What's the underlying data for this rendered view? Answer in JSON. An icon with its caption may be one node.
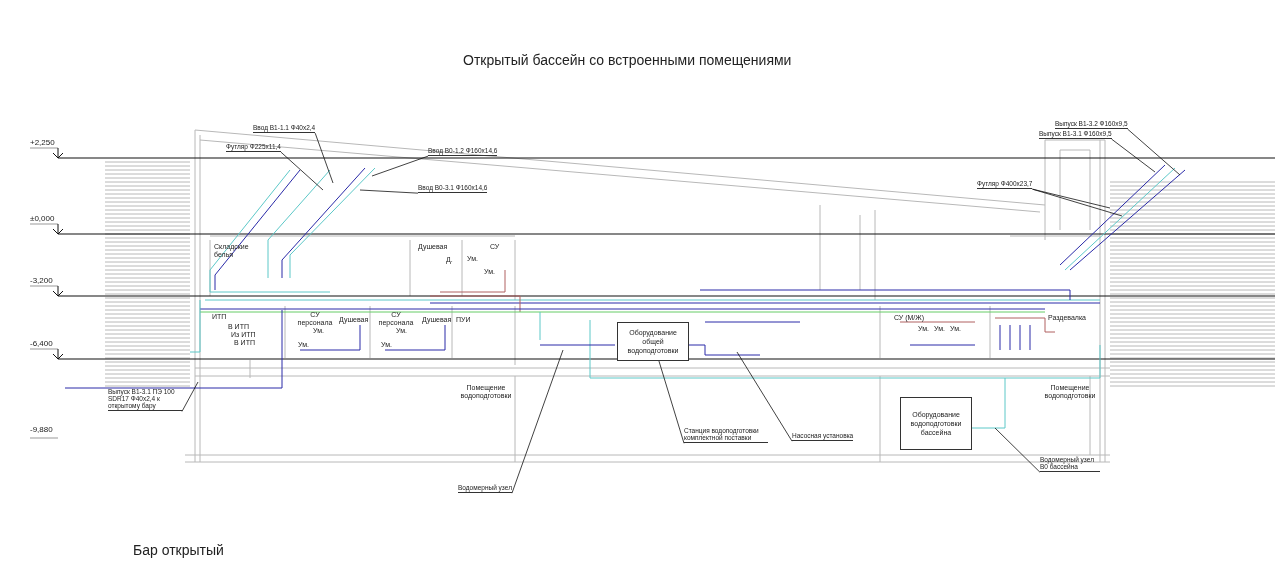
{
  "diagram": {
    "title": "Открытый бассейн со встроенными помещениями",
    "nodes": [
      {
        "text": [
          "Ввод В1-1.1 Ф40х2,4"
        ]
      },
      {
        "text": [
          "Футляр Ф225х11,4"
        ]
      },
      {
        "text": [
          "Ввод В0-1.2 Ф160х14,6"
        ]
      },
      {
        "text": [
          "Ввод В0-3.1 Ф160х14,6"
        ]
      },
      {
        "text": [
          "Выпуск В1-3.2 Ф160х9,5"
        ]
      },
      {
        "text": [
          "Выпуск В1-3.1 Ф160х9,5"
        ]
      },
      {
        "text": [
          "Футляр Ф400х23,7"
        ]
      },
      {
        "text": [
          "Оборудование общей водоподготовки"
        ]
      },
      {
        "text": [
          "Выпуск В1-3.1 ПЭ 100 SDR17 Ф40х2,4 к открытому бару"
        ]
      },
      {
        "text": [
          "Оборудование водоподготовки бассейна"
        ]
      },
      {
        "text": [
          "Станция водоподготовки комплектной поставки"
        ]
      },
      {
        "text": [
          "Насосная установка"
        ]
      },
      {
        "text": [
          "Водомерный узел"
        ]
      },
      {
        "text": [
          "Водомерный узел В0 бассейна"
        ]
      }
    ],
    "edges": [
      {
        "from": 0,
        "to": null,
        "arrow": "none"
      },
      {
        "from": 1,
        "to": null,
        "arrow": "none"
      },
      {
        "from": 2,
        "to": null,
        "arrow": "none"
      },
      {
        "from": 3,
        "to": null,
        "arrow": "none"
      },
      {
        "from": 4,
        "to": null,
        "arrow": "none"
      },
      {
        "from": 5,
        "to": null,
        "arrow": "none"
      },
      {
        "from": 6,
        "to": null,
        "arrow": "none"
      },
      {
        "from": 6,
        "to": null,
        "arrow": "none"
      },
      {
        "from": 8,
        "to": null,
        "arrow": "none"
      },
      {
        "from": 10,
        "to": 7,
        "arrow": "none"
      },
      {
        "from": 11,
        "to": null,
        "arrow": "none"
      },
      {
        "from": 12,
        "to": null,
        "arrow": "none"
      },
      {
        "from": 13,
        "to": null,
        "arrow": "none"
      }
    ],
    "labels": [
      "+2,250",
      "±0,000",
      "-3,200",
      "Складские белья",
      "Душевая",
      "Д.",
      "Ум.",
      "СУ",
      "Ум.",
      "ИТП",
      "В ИТП",
      "Из ИТП",
      "В ИТП",
      "СУ персонала",
      "Ум.",
      "Ум.",
      "Душевая",
      "СУ персонала",
      "Ум.",
      "Ум.",
      "Душевая",
      "ПУИ",
      "СУ (М/Ж)",
      "Ум.",
      "Ум.",
      "Ум.",
      "Раздевалка",
      "-6,400",
      "Помещение водоподготовки",
      "Помещение водоподготовки",
      "-9,880",
      "Бар открытый"
    ]
  }
}
